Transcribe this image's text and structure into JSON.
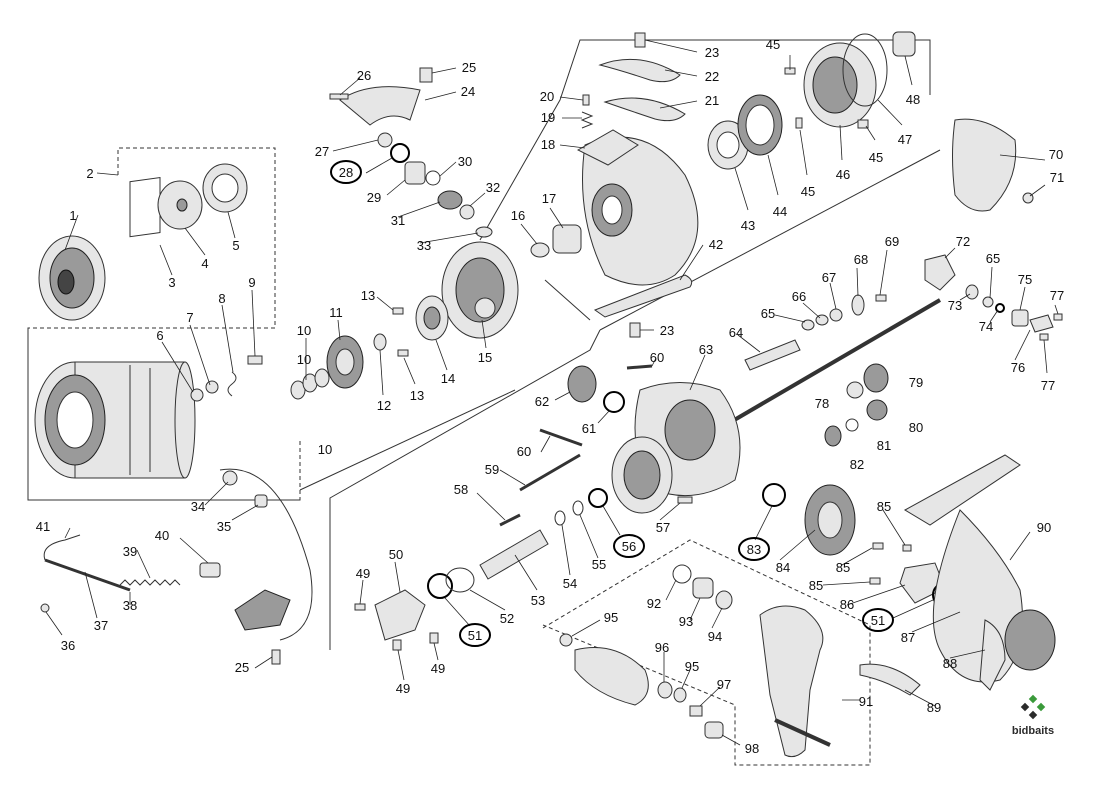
{
  "logo": {
    "text": "bidbaits"
  },
  "highlighted_parts": [
    "28",
    "56",
    "83",
    "51",
    "51"
  ],
  "callouts": [
    "1",
    "2",
    "3",
    "4",
    "5",
    "6",
    "7",
    "8",
    "9",
    "10",
    "10",
    "10",
    "11",
    "12",
    "13",
    "13",
    "14",
    "15",
    "16",
    "17",
    "18",
    "19",
    "20",
    "21",
    "22",
    "23",
    "23",
    "24",
    "25",
    "25",
    "26",
    "27",
    "28",
    "29",
    "30",
    "31",
    "32",
    "33",
    "34",
    "35",
    "36",
    "37",
    "38",
    "39",
    "40",
    "41",
    "42",
    "43",
    "44",
    "45",
    "45",
    "45",
    "46",
    "47",
    "48",
    "49",
    "49",
    "49",
    "50",
    "51",
    "51",
    "52",
    "53",
    "54",
    "55",
    "56",
    "57",
    "58",
    "59",
    "60",
    "60",
    "61",
    "62",
    "63",
    "64",
    "65",
    "65",
    "66",
    "67",
    "68",
    "69",
    "70",
    "71",
    "72",
    "73",
    "74",
    "75",
    "76",
    "77",
    "77",
    "78",
    "79",
    "80",
    "81",
    "82",
    "83",
    "84",
    "85",
    "85",
    "85",
    "86",
    "87",
    "88",
    "89",
    "90",
    "91",
    "92",
    "93",
    "94",
    "95",
    "95",
    "96",
    "97",
    "98"
  ]
}
